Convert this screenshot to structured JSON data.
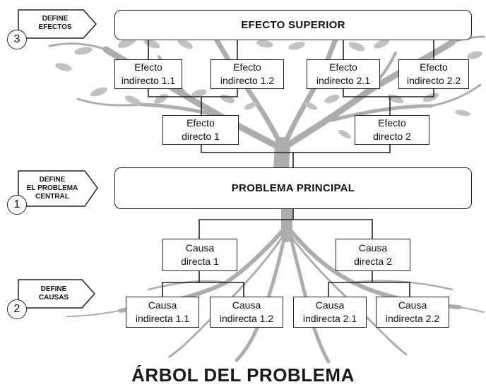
{
  "top_effect": "EFECTO SUPERIOR",
  "indirect_effects": [
    "Efecto\nindirecto 1.1",
    "Efecto\nindirecto 1.2",
    "Efecto\nindirecto 2.1",
    "Efecto\nindirecto 2.2"
  ],
  "direct_effects": [
    "Efecto\ndirecto 1",
    "Efecto\ndirecto 2"
  ],
  "central_problem": "PROBLEMA PRINCIPAL",
  "direct_causes": [
    "Causa\ndirecta 1",
    "Causa\ndirecta 2"
  ],
  "indirect_causes": [
    "Causa\nindirecta 1.1",
    "Causa\nindirecta 1.2",
    "Causa\nindirecta 2.1",
    "Causa\nindirecta 2.2"
  ],
  "steps": [
    {
      "number": "3",
      "text": "DEFINE\nEFECTOS"
    },
    {
      "number": "1",
      "text": "DEFINE\nEL PROBLEMA\nCENTRAL"
    },
    {
      "number": "2",
      "text": "DEFINE\nCAUSAS"
    }
  ],
  "footer_title": "ÁRBOL DEL PROBLEMA",
  "colors": {
    "tree": "#a9a9a9",
    "leaf": "#bdbdbd",
    "line": "#222222"
  }
}
